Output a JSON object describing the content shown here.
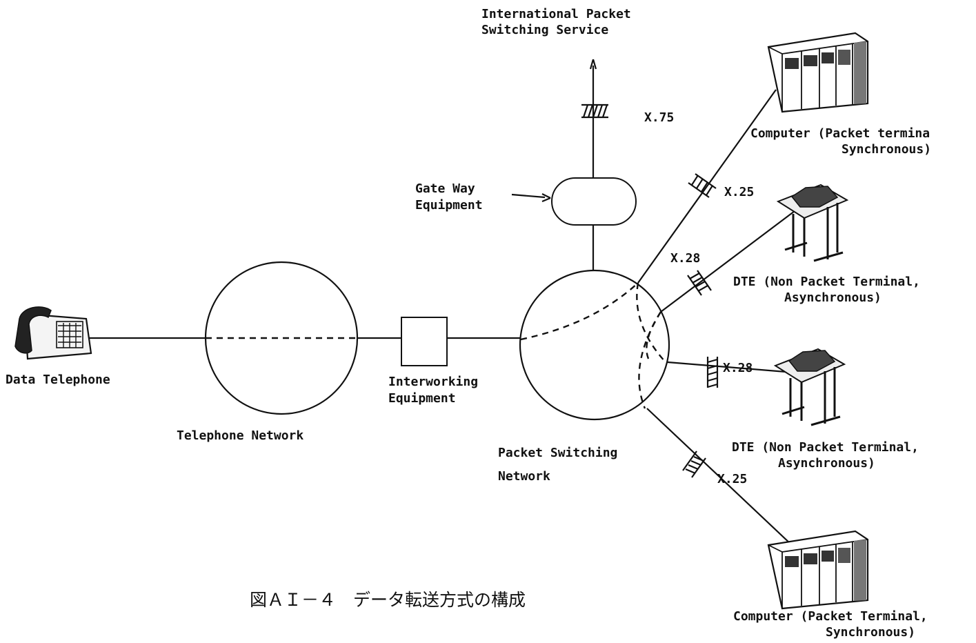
{
  "nodes": {
    "data_telephone": "Data Telephone",
    "telephone_network": "Telephone Network",
    "interworking_equipment": [
      "Interworking",
      "Equipment"
    ],
    "packet_switching_network": [
      "Packet Switching",
      "Network"
    ],
    "gateway_equipment": [
      "Gate Way",
      "Equipment"
    ],
    "international_service": [
      "International Packet",
      "Switching Service"
    ]
  },
  "terminals": {
    "computer_top": [
      "Computer (Packet termina",
      "Synchronous)"
    ],
    "dte_upper": [
      "DTE (Non Packet Terminal,",
      "Asynchronous)"
    ],
    "dte_lower": [
      "DTE (Non Packet Terminal,",
      "Asynchronous)"
    ],
    "computer_bottom": [
      "Computer (Packet Terminal,",
      "Synchronous)"
    ]
  },
  "interfaces": {
    "x75": "X.75",
    "x25_top": "X.25",
    "x28_upper": "X.28",
    "x28_lower": "X.28",
    "x25_bottom": "X.25"
  },
  "caption": "図ＡＩ－４　データ転送方式の構成",
  "icons": [
    "telephone-icon",
    "computer-rack-icon",
    "teleprinter-icon"
  ]
}
